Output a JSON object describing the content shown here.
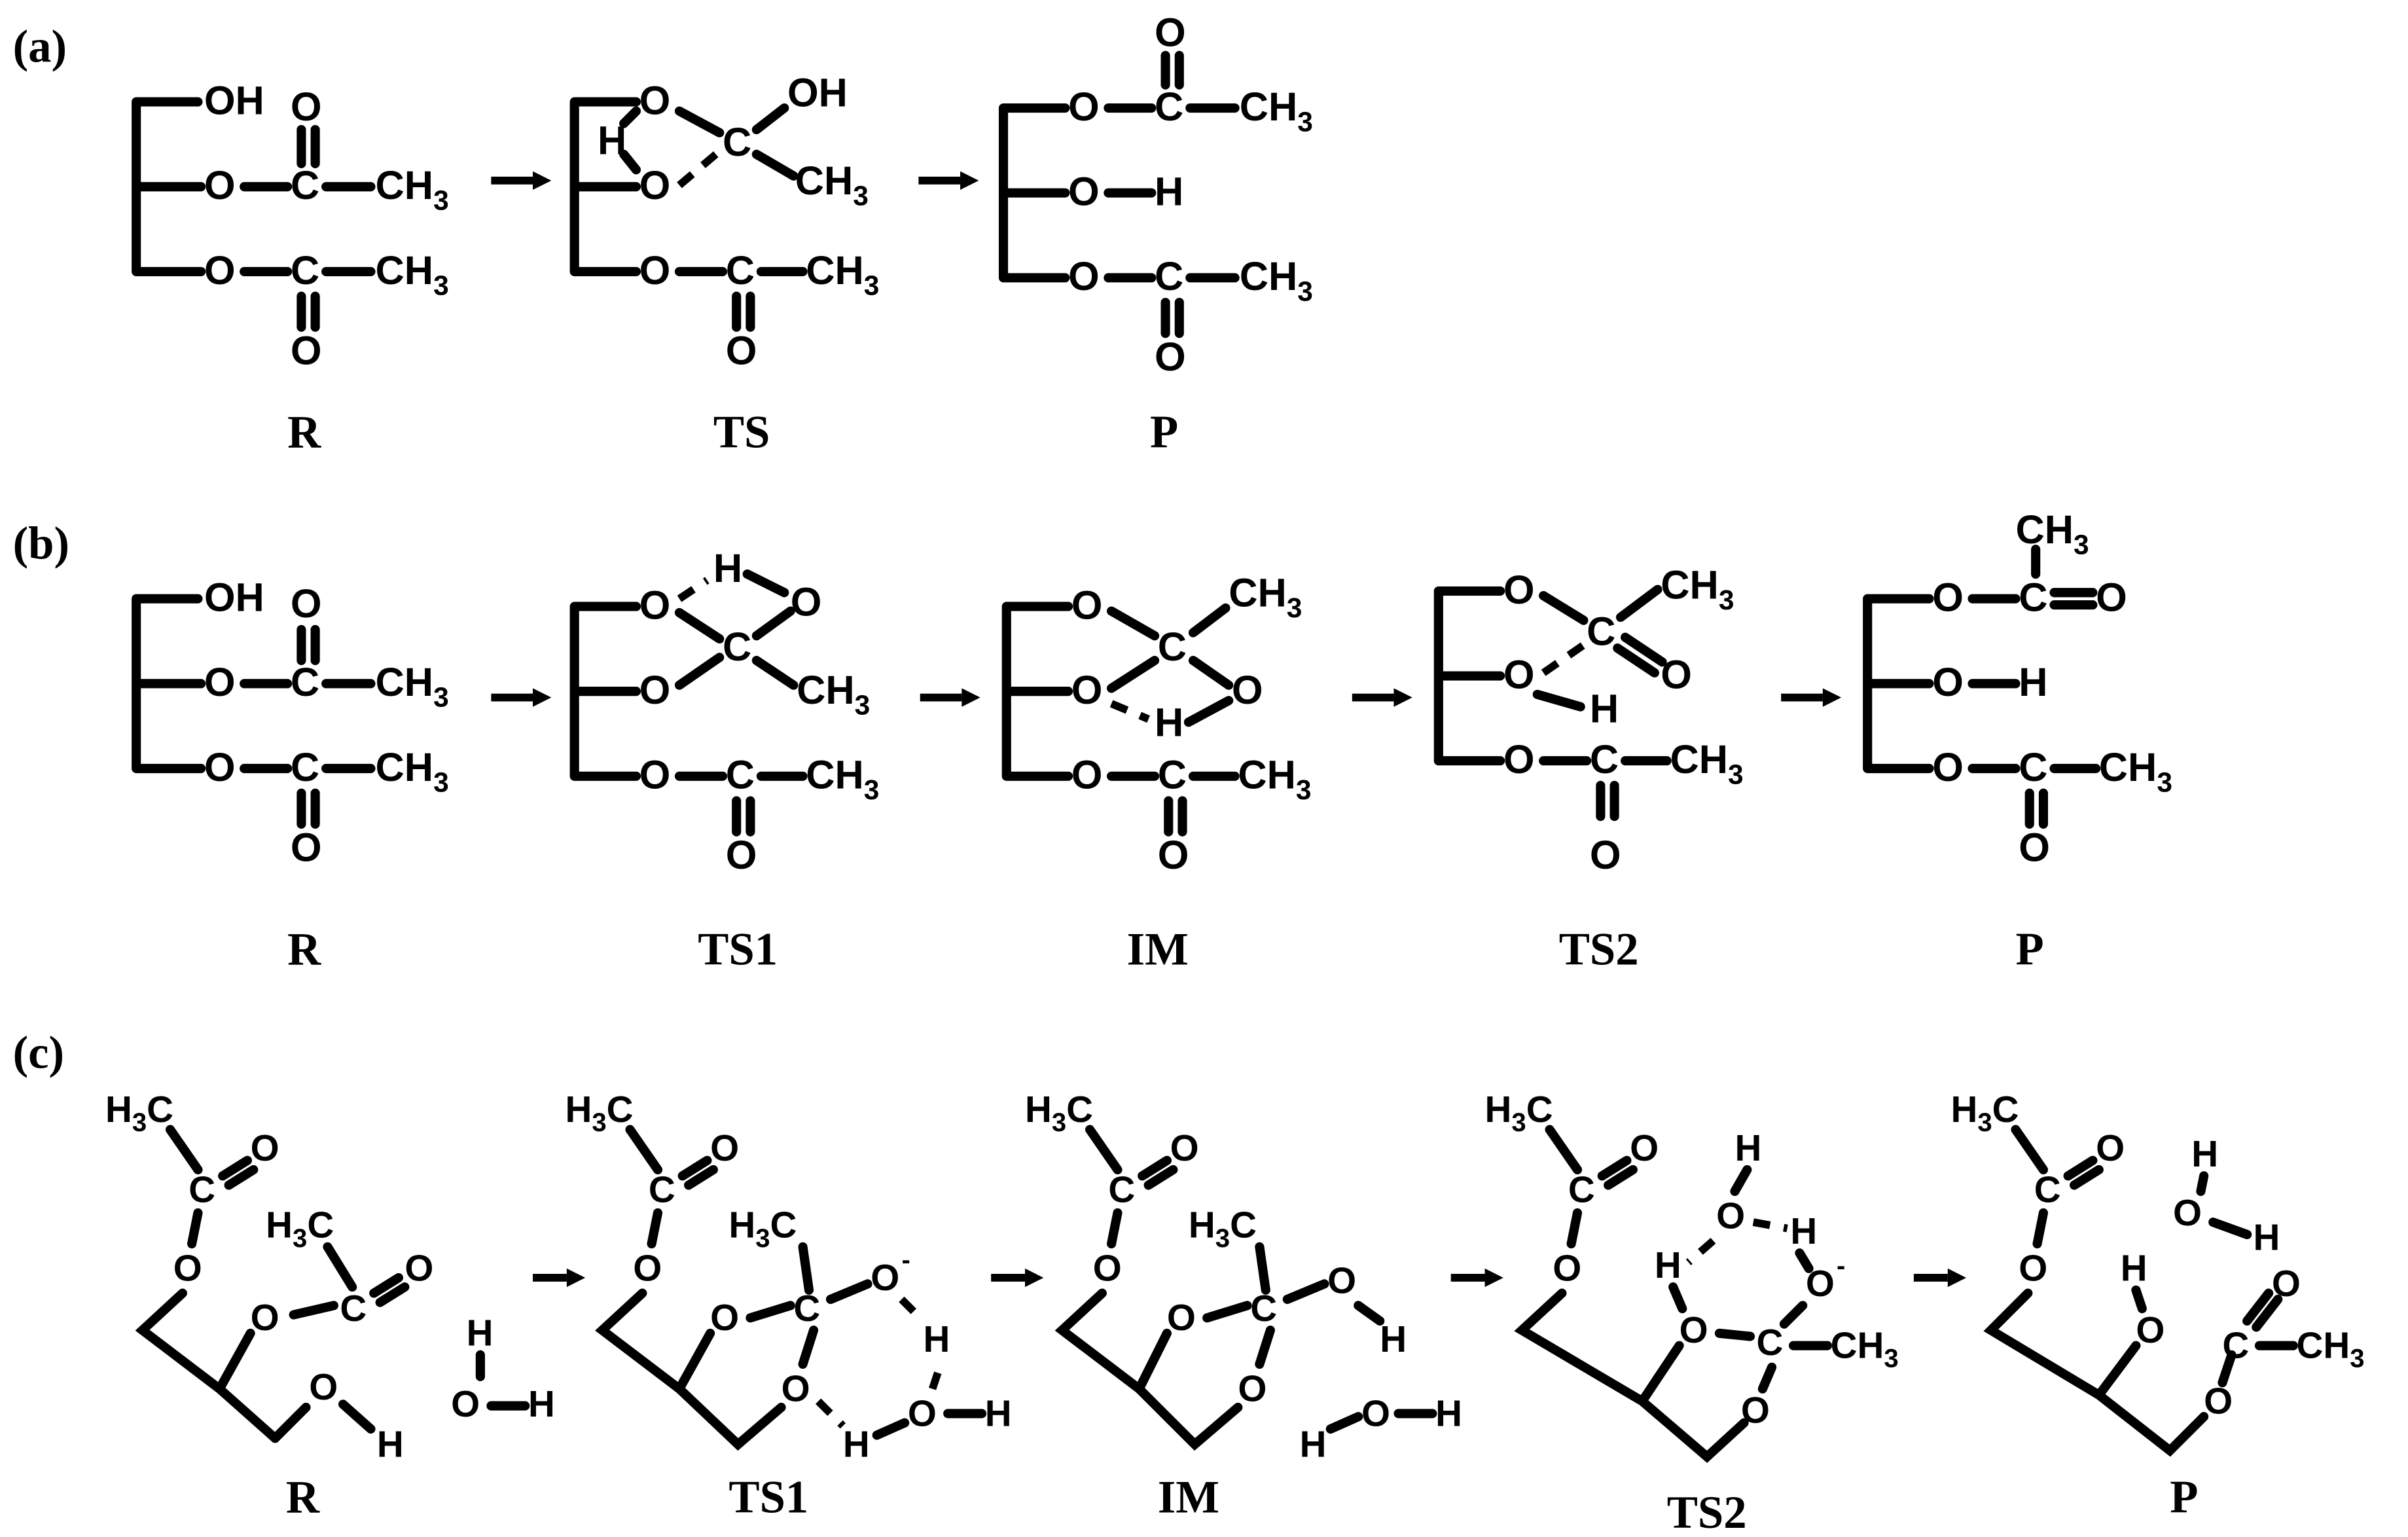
{
  "panels": {
    "a": {
      "label": "(a)",
      "species": [
        "R",
        "TS",
        "P"
      ]
    },
    "b": {
      "label": "(b)",
      "species": [
        "R",
        "TS1",
        "IM",
        "TS2",
        "P"
      ]
    },
    "c": {
      "label": "(c)",
      "species": [
        "R",
        "TS1",
        "IM",
        "TS2",
        "P"
      ]
    }
  },
  "atoms": {
    "O": "O",
    "OH": "OH",
    "H": "H",
    "C": "C",
    "CH3": "CH",
    "H3C": "H",
    "sub3": "3",
    "minus": "-"
  }
}
